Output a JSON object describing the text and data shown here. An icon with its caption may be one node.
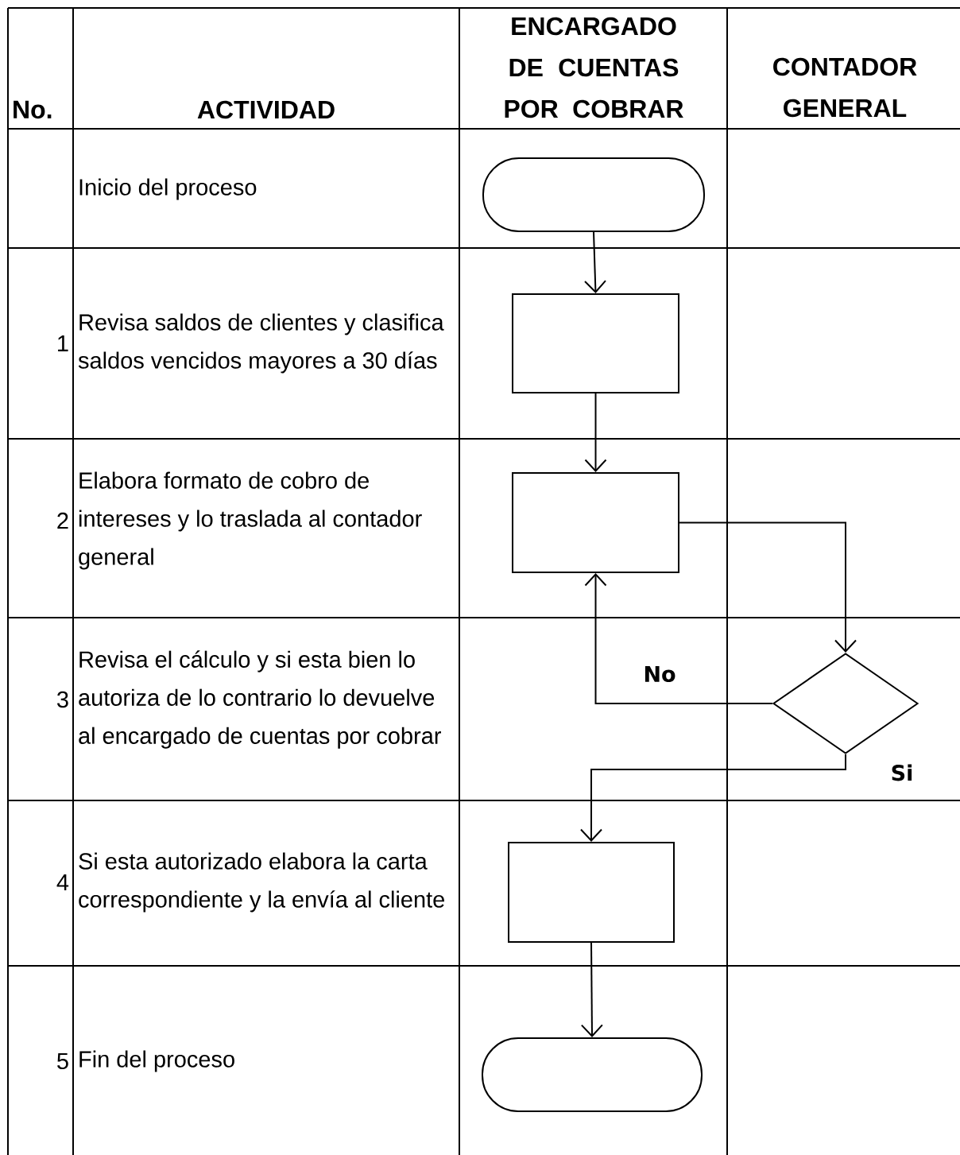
{
  "diagram": {
    "nodes": [
      {
        "text": [],
        "shape": "terminal"
      },
      {
        "text": [],
        "shape": "box"
      },
      {
        "text": [],
        "shape": "box"
      },
      {
        "text": [],
        "shape": "diamond"
      },
      {
        "text": [],
        "shape": "box"
      },
      {
        "text": [],
        "shape": "terminal"
      }
    ],
    "edges": [
      {
        "from": 0,
        "to": 1,
        "arrow": "to"
      },
      {
        "from": 1,
        "to": 2,
        "arrow": "to"
      },
      {
        "from": 2,
        "to": 3,
        "arrow": "to"
      },
      {
        "from": 3,
        "to": 2,
        "arrow": "to",
        "label": "No"
      },
      {
        "from": 3,
        "to": 4,
        "arrow": "to",
        "label": "Si"
      },
      {
        "from": 4,
        "to": 5,
        "arrow": "to"
      }
    ],
    "labels": [
      "No.",
      "ACTIVIDAD",
      "ENCARGADO DE CUENTAS POR COBRAR",
      "CONTADOR GENERAL",
      "Inicio del proceso",
      "1",
      "Revisa saldos de clientes y clasifica saldos vencidos mayores a 30 días",
      "2",
      "Elabora formato de cobro de intereses y lo traslada al contador general",
      "3",
      "Revisa el cálculo y si esta bien lo autoriza de lo contrario lo devuelve al encargado de cuentas por cobrar",
      "4",
      "Si esta autorizado elabora la carta correspondiente y la envía al cliente",
      "5",
      "Fin del proceso"
    ]
  }
}
